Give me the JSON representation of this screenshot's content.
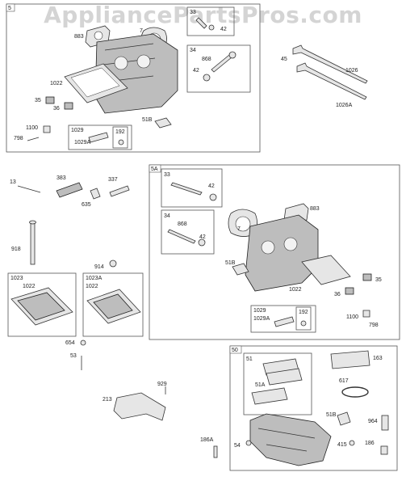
{
  "watermark": "AppliancePartsPros.com",
  "sections": {
    "s5": {
      "label": "5"
    },
    "s5a": {
      "label": "5A"
    },
    "s50": {
      "label": "50"
    },
    "s1023": {
      "label": "1023"
    },
    "s1023a": {
      "label": "1023A"
    }
  },
  "labels": {
    "p5_883": "883",
    "p5_7": "7",
    "p5_33": "33",
    "p5_34": "34",
    "p5_868": "868",
    "p5_42a": "42",
    "p5_42b": "42",
    "p5_1022": "1022",
    "p5_35": "35",
    "p5_36": "36",
    "p5_51b": "51B",
    "p5_1100": "1100",
    "p5_798": "798",
    "p5_1029": "1029",
    "p5_1029a": "1029A",
    "p5_192": "192",
    "v45": "45",
    "v1026": "1026",
    "v1026a": "1026A",
    "m13": "13",
    "m383": "383",
    "m337": "337",
    "m635": "635",
    "m918": "918",
    "m914": "914",
    "c1022a": "1022",
    "c1022b": "1022",
    "m654": "654",
    "m53": "53",
    "m929": "929",
    "m213": "213",
    "m186a": "186A",
    "a33": "33",
    "a42a": "42",
    "a34": "34",
    "a868": "868",
    "a42b": "42",
    "a883": "883",
    "a7": "7",
    "a51b": "51B",
    "a1022": "1022",
    "a35": "35",
    "a36": "36",
    "a1029": "1029",
    "a1029a": "1029A",
    "a192": "192",
    "a1100": "1100",
    "a798": "798",
    "e51": "51",
    "e163": "163",
    "e51a": "51A",
    "e617": "617",
    "e51b": "51B",
    "e964": "964",
    "e54": "54",
    "e415": "415",
    "e186": "186"
  }
}
